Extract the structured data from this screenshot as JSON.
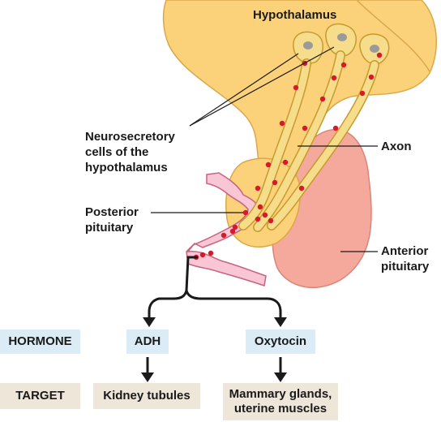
{
  "labels": {
    "hypothalamus": "Hypothalamus",
    "neurosecretory": [
      "Neurosecretory",
      "cells of the",
      "hypothalamus"
    ],
    "axon": "Axon",
    "posterior": [
      "Posterior",
      "pituitary"
    ],
    "anterior": [
      "Anterior",
      "pituitary"
    ]
  },
  "rows": {
    "hormone_header": "HORMONE",
    "target_header": "TARGET"
  },
  "hormones": [
    {
      "name": "ADH",
      "target": "Kidney tubules"
    },
    {
      "name": "Oxytocin",
      "target": "Mammary glands, uterine muscles"
    }
  ],
  "colors": {
    "hypothalamus": "#fbd27a",
    "neuron": "#f6dd8c",
    "anterior_pituitary": "#f4a99c",
    "vessel": "#f9c6d5",
    "secretion_dot": "#d7192b",
    "hormone_box": "#dcecf7",
    "target_box": "#efe6da"
  }
}
